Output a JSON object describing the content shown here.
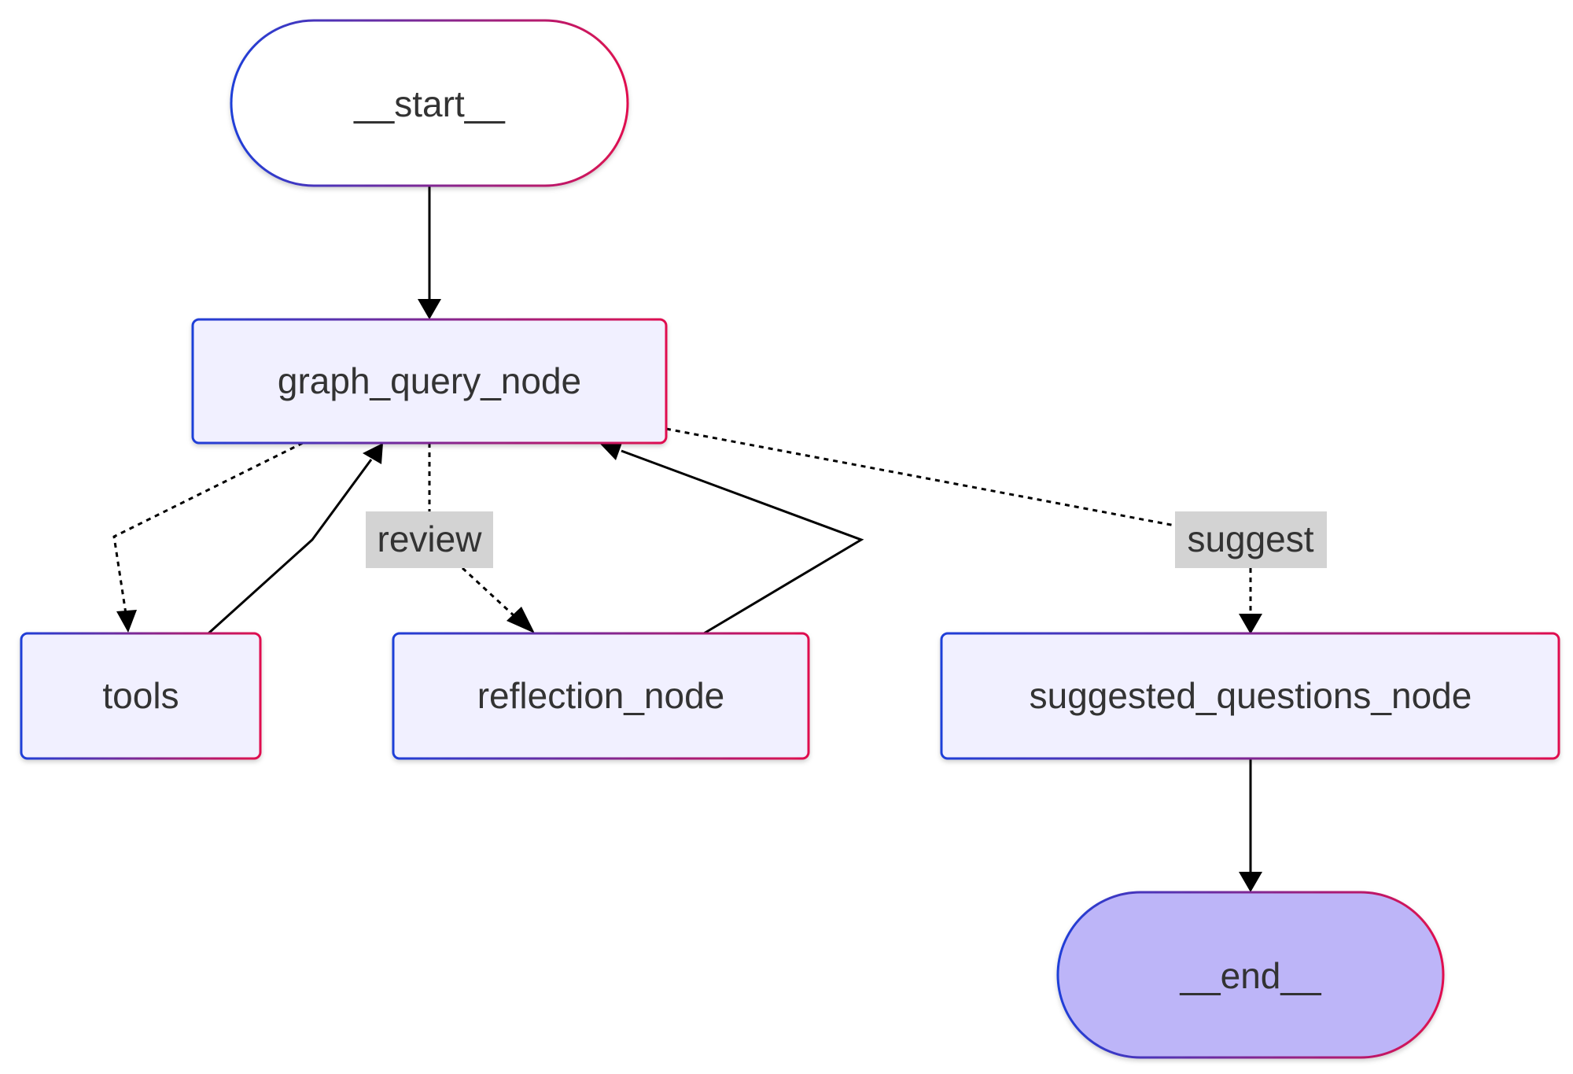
{
  "nodes": {
    "start": {
      "label": "__start__"
    },
    "graph_query_node": {
      "label": "graph_query_node"
    },
    "tools": {
      "label": "tools"
    },
    "reflection_node": {
      "label": "reflection_node"
    },
    "suggested_questions_node": {
      "label": "suggested_questions_node"
    },
    "end": {
      "label": "__end__"
    }
  },
  "edges": {
    "review_label": "review",
    "suggest_label": "suggest"
  },
  "colors": {
    "node_fill": "#f1f0ff",
    "end_fill": "#bdb5f8",
    "start_fill": "#ffffff",
    "border_gradient_start": "#1f3fd8",
    "border_gradient_end": "#e0104f",
    "edge_label_bg": "#d3d3d3",
    "edge_stroke": "#000000"
  }
}
